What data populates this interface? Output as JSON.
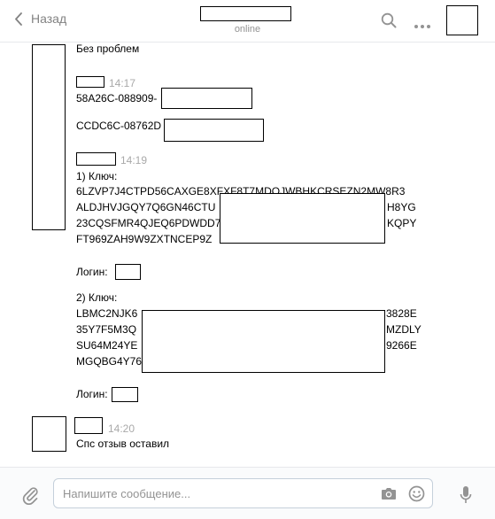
{
  "header": {
    "back_label": "Назад",
    "status": "online"
  },
  "messages": [
    {
      "text": "Без проблем"
    },
    {
      "time": "14:17",
      "lines": [
        "58A26C-088909-",
        "CCDC6C-08762D"
      ]
    },
    {
      "time": "14:19",
      "lines": [
        "1) Ключ:",
        "6LZVP7J4CTPD56CAXGE8XFXF8T7MDQJWBHKCRSEZN2MW8R3",
        "ALDJHVJGQY7Q6GN46CTU",
        "H8YG",
        "23CQSFMR4QJEQ6PDWDD7",
        "KQPY",
        "FT969ZAH9W9ZXTNCEP9Z",
        "Логин:",
        "2) Ключ:",
        "LBMC2NJK6",
        "3828E",
        "35Y7F5M3Q",
        "MZDLY",
        "SU64M24YE",
        "9266E",
        "MGQBG4Y76",
        "Логин:"
      ]
    },
    {
      "time": "14:20",
      "text": "Спс отзыв оставил"
    }
  ],
  "composer": {
    "placeholder": "Напишите сообщение..."
  },
  "icons": {
    "back": "chevron-left-icon",
    "search": "search-icon",
    "more": "more-icon",
    "attach": "paperclip-icon",
    "camera": "camera-icon",
    "emoji": "emoji-icon",
    "mic": "microphone-icon"
  },
  "colors": {
    "muted": "#828282",
    "time": "#a9a9a9",
    "border": "#e7e8ec",
    "input_border": "#c5d0db",
    "footer_bg": "#fafbfc"
  }
}
